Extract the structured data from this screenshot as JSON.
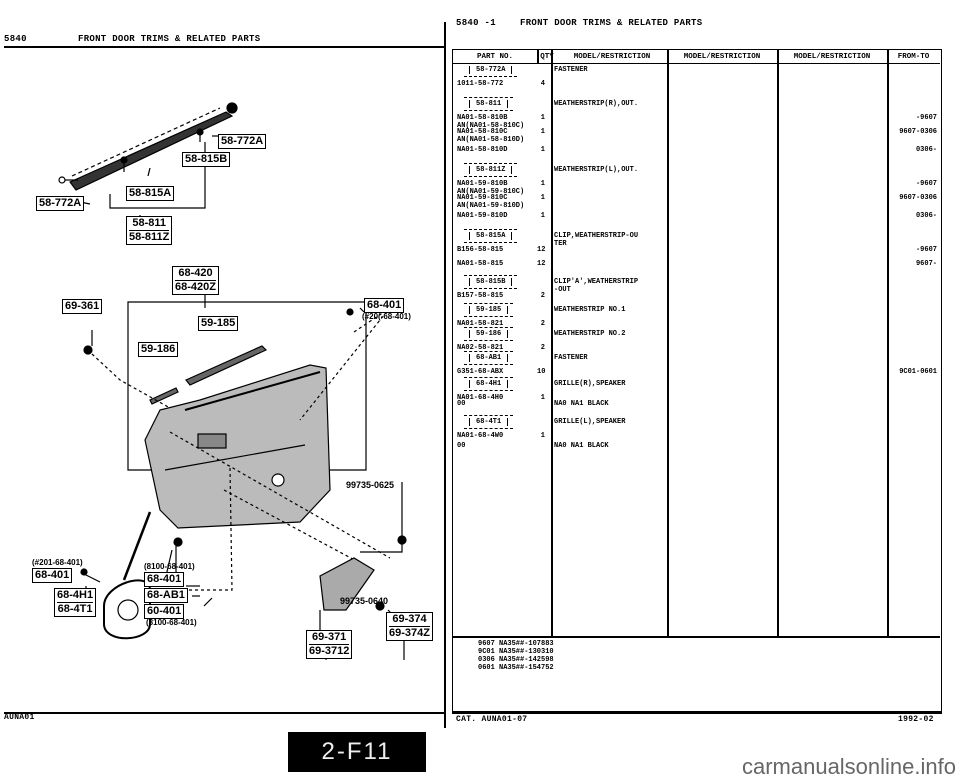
{
  "left_header": {
    "code": "5840",
    "title": "FRONT DOOR TRIMS & RELATED PARTS"
  },
  "right_header": {
    "code": "5840 -1",
    "title": "FRONT DOOR TRIMS & RELATED PARTS"
  },
  "diagram": {
    "labels": {
      "l772a_top": "58-772A",
      "l815b": "58-815B",
      "l815a": "58-815A",
      "l772a_left": "58-772A",
      "l811": "58-811",
      "l811z": "58-811Z",
      "l420": "68-420",
      "l420z": "68-420Z",
      "l361": "69-361",
      "l401_right": "68-401",
      "l185": "59-185",
      "l186": "59-186",
      "l401_left": "68-401",
      "l4h1": "68-4H1",
      "l4t1": "68-4T1",
      "l401_mid": "68-401",
      "lab1": "68-AB1",
      "l401_low": "60-401",
      "l374": "69-374",
      "l374z": "69-374Z",
      "l371": "69-371",
      "l3712": "69-3712"
    },
    "refs": {
      "r_right": "(#20(-68-401)",
      "r_left": "(#201-68-401)",
      "r_mid": "(8100-68-401)",
      "r_low": "(8100-68-401)"
    },
    "numbers": {
      "n0625": "99735-0625",
      "n0640": "99735-0640"
    }
  },
  "table": {
    "headers": [
      "PART NO.",
      "QTY",
      "MODEL/RESTRICTION",
      "MODEL/RESTRICTION",
      "MODEL/RESTRICTION",
      "FROM-TO"
    ],
    "rows": [
      {
        "boxed": "58-772A",
        "pn": "1011-58-772",
        "qty": "4",
        "desc": "FASTENER",
        "ft": ""
      },
      {
        "boxed": "58-811",
        "pn": "NA01-58-810B",
        "pn2": "AN(NA01-58-810C)",
        "qty": "1",
        "desc": "WEATHERSTRIP(R),OUT.",
        "ft": "-9607"
      },
      {
        "pn": "NA01-58-810C",
        "pn2": "AN(NA01-58-810D)",
        "qty": "1",
        "desc": "",
        "ft": "9607-0306"
      },
      {
        "pn": "NA01-58-810D",
        "qty": "1",
        "desc": "",
        "ft": "0306-"
      },
      {
        "boxed": "58-811Z",
        "pn": "NA01-59-810B",
        "pn2": "AN(NA01-59-810C)",
        "qty": "1",
        "desc": "WEATHERSTRIP(L),OUT.",
        "ft": "-9607"
      },
      {
        "pn": "NA01-59-810C",
        "pn2": "AN(NA01-59-810D)",
        "qty": "1",
        "desc": "",
        "ft": "9607-0306"
      },
      {
        "pn": "NA01-59-810D",
        "qty": "1",
        "desc": "",
        "ft": "0306-"
      },
      {
        "boxed": "58-815A",
        "pn": "B156-58-815",
        "qty": "12",
        "desc": "CLIP,WEATHERSTRIP-OU",
        "desc2": "TER",
        "ft": "-9607"
      },
      {
        "pn": "NA01-58-815",
        "qty": "12",
        "desc": "",
        "ft": "9607-"
      },
      {
        "boxed": "58-815B",
        "pn": "B157-58-815",
        "qty": "2",
        "desc": "CLIP'A',WEATHERSTRIP",
        "desc2": "-OUT",
        "ft": ""
      },
      {
        "boxed": "59-185",
        "pn": "NA01-58-821",
        "qty": "2",
        "desc": "WEATHERSTRIP NO.1",
        "ft": ""
      },
      {
        "boxed": "59-186",
        "pn": "NA02-58-821",
        "qty": "2",
        "desc": "WEATHERSTRIP NO.2",
        "ft": ""
      },
      {
        "boxed": "68-AB1",
        "pn": "G351-68-ABX",
        "qty": "10",
        "desc": "FASTENER",
        "ft": "9C01-0601"
      },
      {
        "boxed": "68-4H1",
        "pn": "NA01-68-4H0",
        "qty": "1",
        "desc": "GRILLE(R),SPEAKER",
        "ft": ""
      },
      {
        "pn": "00",
        "qty": "",
        "desc": "NA0 NA1 BLACK",
        "ft": ""
      },
      {
        "boxed": "68-4T1",
        "pn": "NA01-68-4W0",
        "qty": "1",
        "desc": "GRILLE(L),SPEAKER",
        "ft": ""
      },
      {
        "pn": "00",
        "qty": "",
        "desc": "NA0 NA1 BLACK",
        "ft": ""
      }
    ],
    "footnotes": [
      "9607 NA35##-107883",
      "9C01 NA35##-130310",
      "0306 NA35##-142598",
      "0601 NA35##-154752"
    ]
  },
  "bottom": {
    "left_code": "AUNA01",
    "cat": "CAT. AUNA01-07",
    "date": "1992-02",
    "page": "2-F11",
    "watermark": "carmanualsonline.info"
  }
}
